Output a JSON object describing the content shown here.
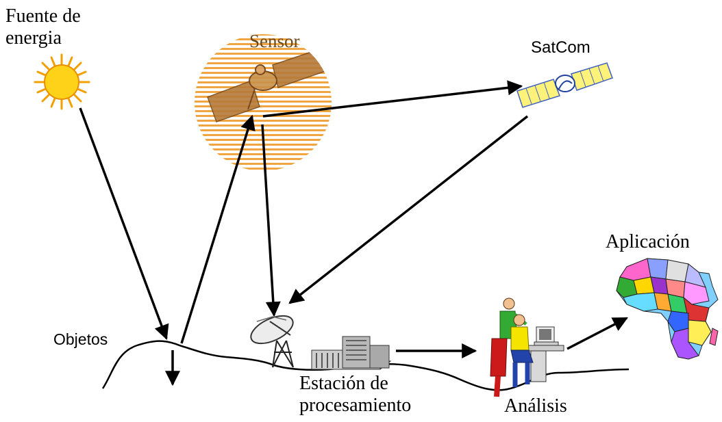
{
  "labels": {
    "source_line1": "Fuente de",
    "source_line2": "energia",
    "sensor": "Sensor",
    "satcom": "SatCom",
    "application": "Aplicación",
    "objects": "Objetos",
    "station_line1": "Estación de",
    "station_line2": "procesamiento",
    "analysis": "Análisis"
  },
  "colors": {
    "sun_fill": "#ffd21a",
    "sun_rays": "#f2a000",
    "sensor_stripes": "#f0a540",
    "satellite_body": "#c8a060",
    "satcom_panel": "#fff27a",
    "arrows": "#000000"
  },
  "icons": [
    "sun-icon",
    "sensor-satellite-icon",
    "satcom-satellite-icon",
    "antenna-dish-icon",
    "processing-building-icon",
    "analysts-computer-icon",
    "africa-map-icon"
  ]
}
